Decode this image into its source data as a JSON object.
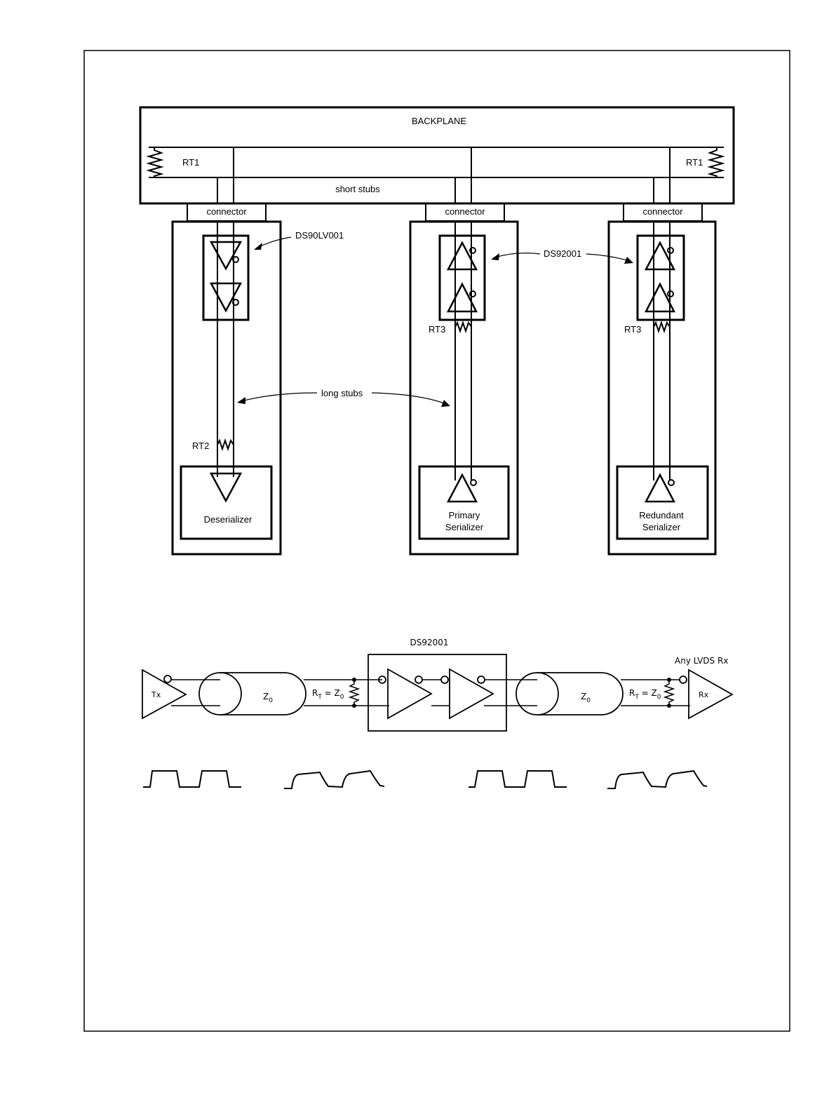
{
  "backplane": {
    "title": "BACKPLANE",
    "rt_left": "RT1",
    "rt_right": "RT1",
    "short_stubs": "short stubs"
  },
  "connectors": [
    "connector",
    "connector",
    "connector"
  ],
  "cards": {
    "left": {
      "repeater_label": "DS90LV001",
      "term_label": "RT2",
      "device_label": "Deserializer"
    },
    "middle": {
      "term_label": "RT3",
      "device_line1": "Primary",
      "device_line2": "Serializer"
    },
    "right": {
      "term_label": "RT3",
      "device_line1": "Redundant",
      "device_line2": "Serializer"
    },
    "shared_repeater_label": "DS92001",
    "long_stubs": "long stubs"
  },
  "link_diagram": {
    "repeater_label": "DS92001",
    "tx_label": "Tx",
    "rx_label": "Rx",
    "rx_title": "Any LVDS Rx",
    "z_symbol": "Z",
    "z_sub": "0",
    "rt_r": "R",
    "rt_sub_t": "T",
    "rt_eq": " = Z",
    "rt_sub_0": "0"
  }
}
